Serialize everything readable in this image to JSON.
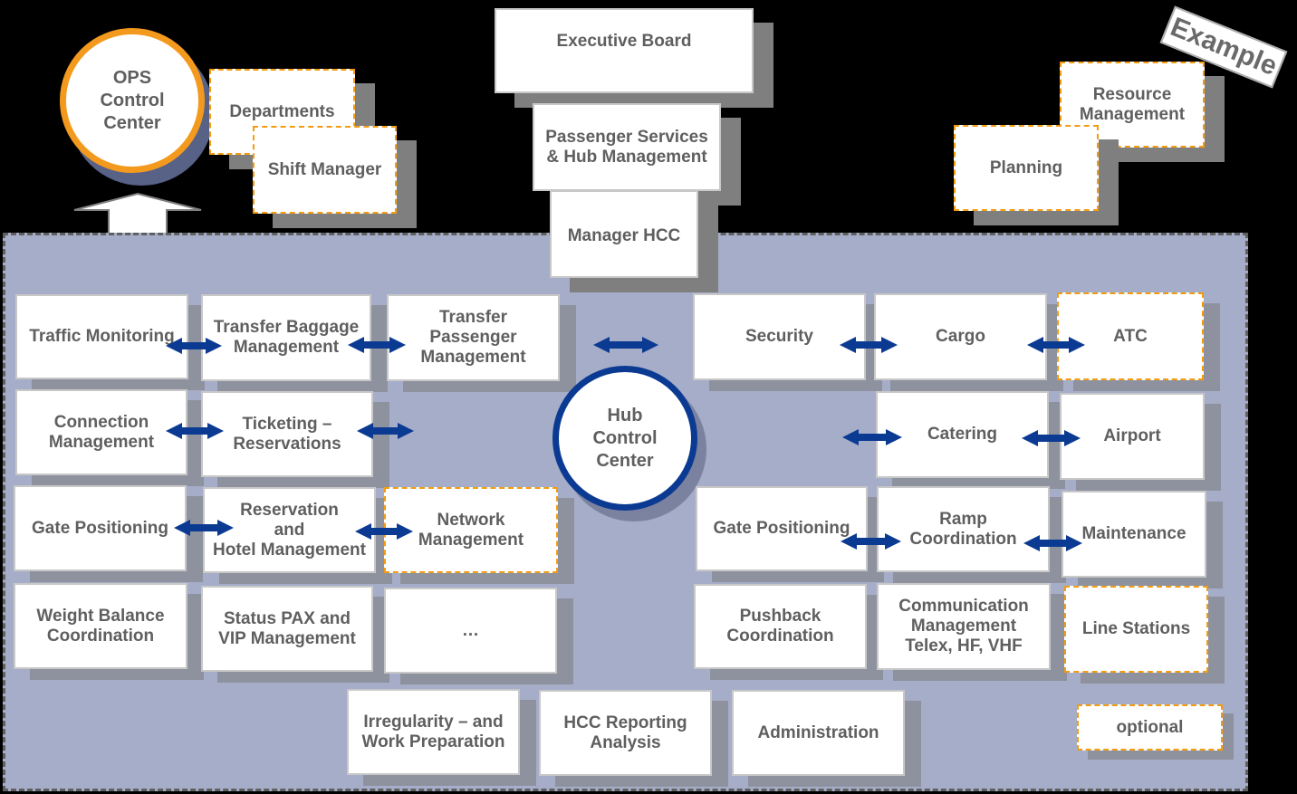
{
  "top": {
    "ops_center": "OPS\nControl\nCenter",
    "departments": "Departments",
    "shift_manager": "Shift Manager",
    "executive_board": "Executive Board",
    "passenger_services": "Passenger Services\n&  Hub Management",
    "manager_hcc": "Manager HCC",
    "resource_management": "Resource\nManagement",
    "planning": "Planning",
    "example_stamp": "Example"
  },
  "hub_center": "Hub\nControl\nCenter",
  "left_grid": [
    [
      "Traffic Monitoring",
      "Transfer Baggage\nManagement",
      "Transfer\nPassenger\nManagement"
    ],
    [
      "Connection\nManagement",
      "Ticketing –\nReservations"
    ],
    [
      "Gate Positioning",
      "Reservation\nand\nHotel Management",
      "Network\nManagement"
    ],
    [
      "Weight Balance\nCoordination",
      "Status PAX and\nVIP Management",
      "…"
    ]
  ],
  "right_grid": [
    [
      "Security",
      "Cargo",
      "ATC"
    ],
    [
      "Catering",
      "Airport"
    ],
    [
      "Gate Positioning",
      "Ramp\nCoordination",
      "Maintenance"
    ],
    [
      "Pushback\nCoordination",
      "Communication\nManagement\nTelex, HF, VHF",
      "Line Stations"
    ]
  ],
  "bottom_row": [
    "Irregularity – and\nWork Preparation",
    "HCC Reporting\nAnalysis",
    "Administration"
  ],
  "legend": {
    "optional": "optional"
  },
  "colors": {
    "optional_border": "#f39c12",
    "connector": "#0b3a92",
    "ops_ring": "#f39a1e",
    "region_fill": "#a6adc8"
  }
}
